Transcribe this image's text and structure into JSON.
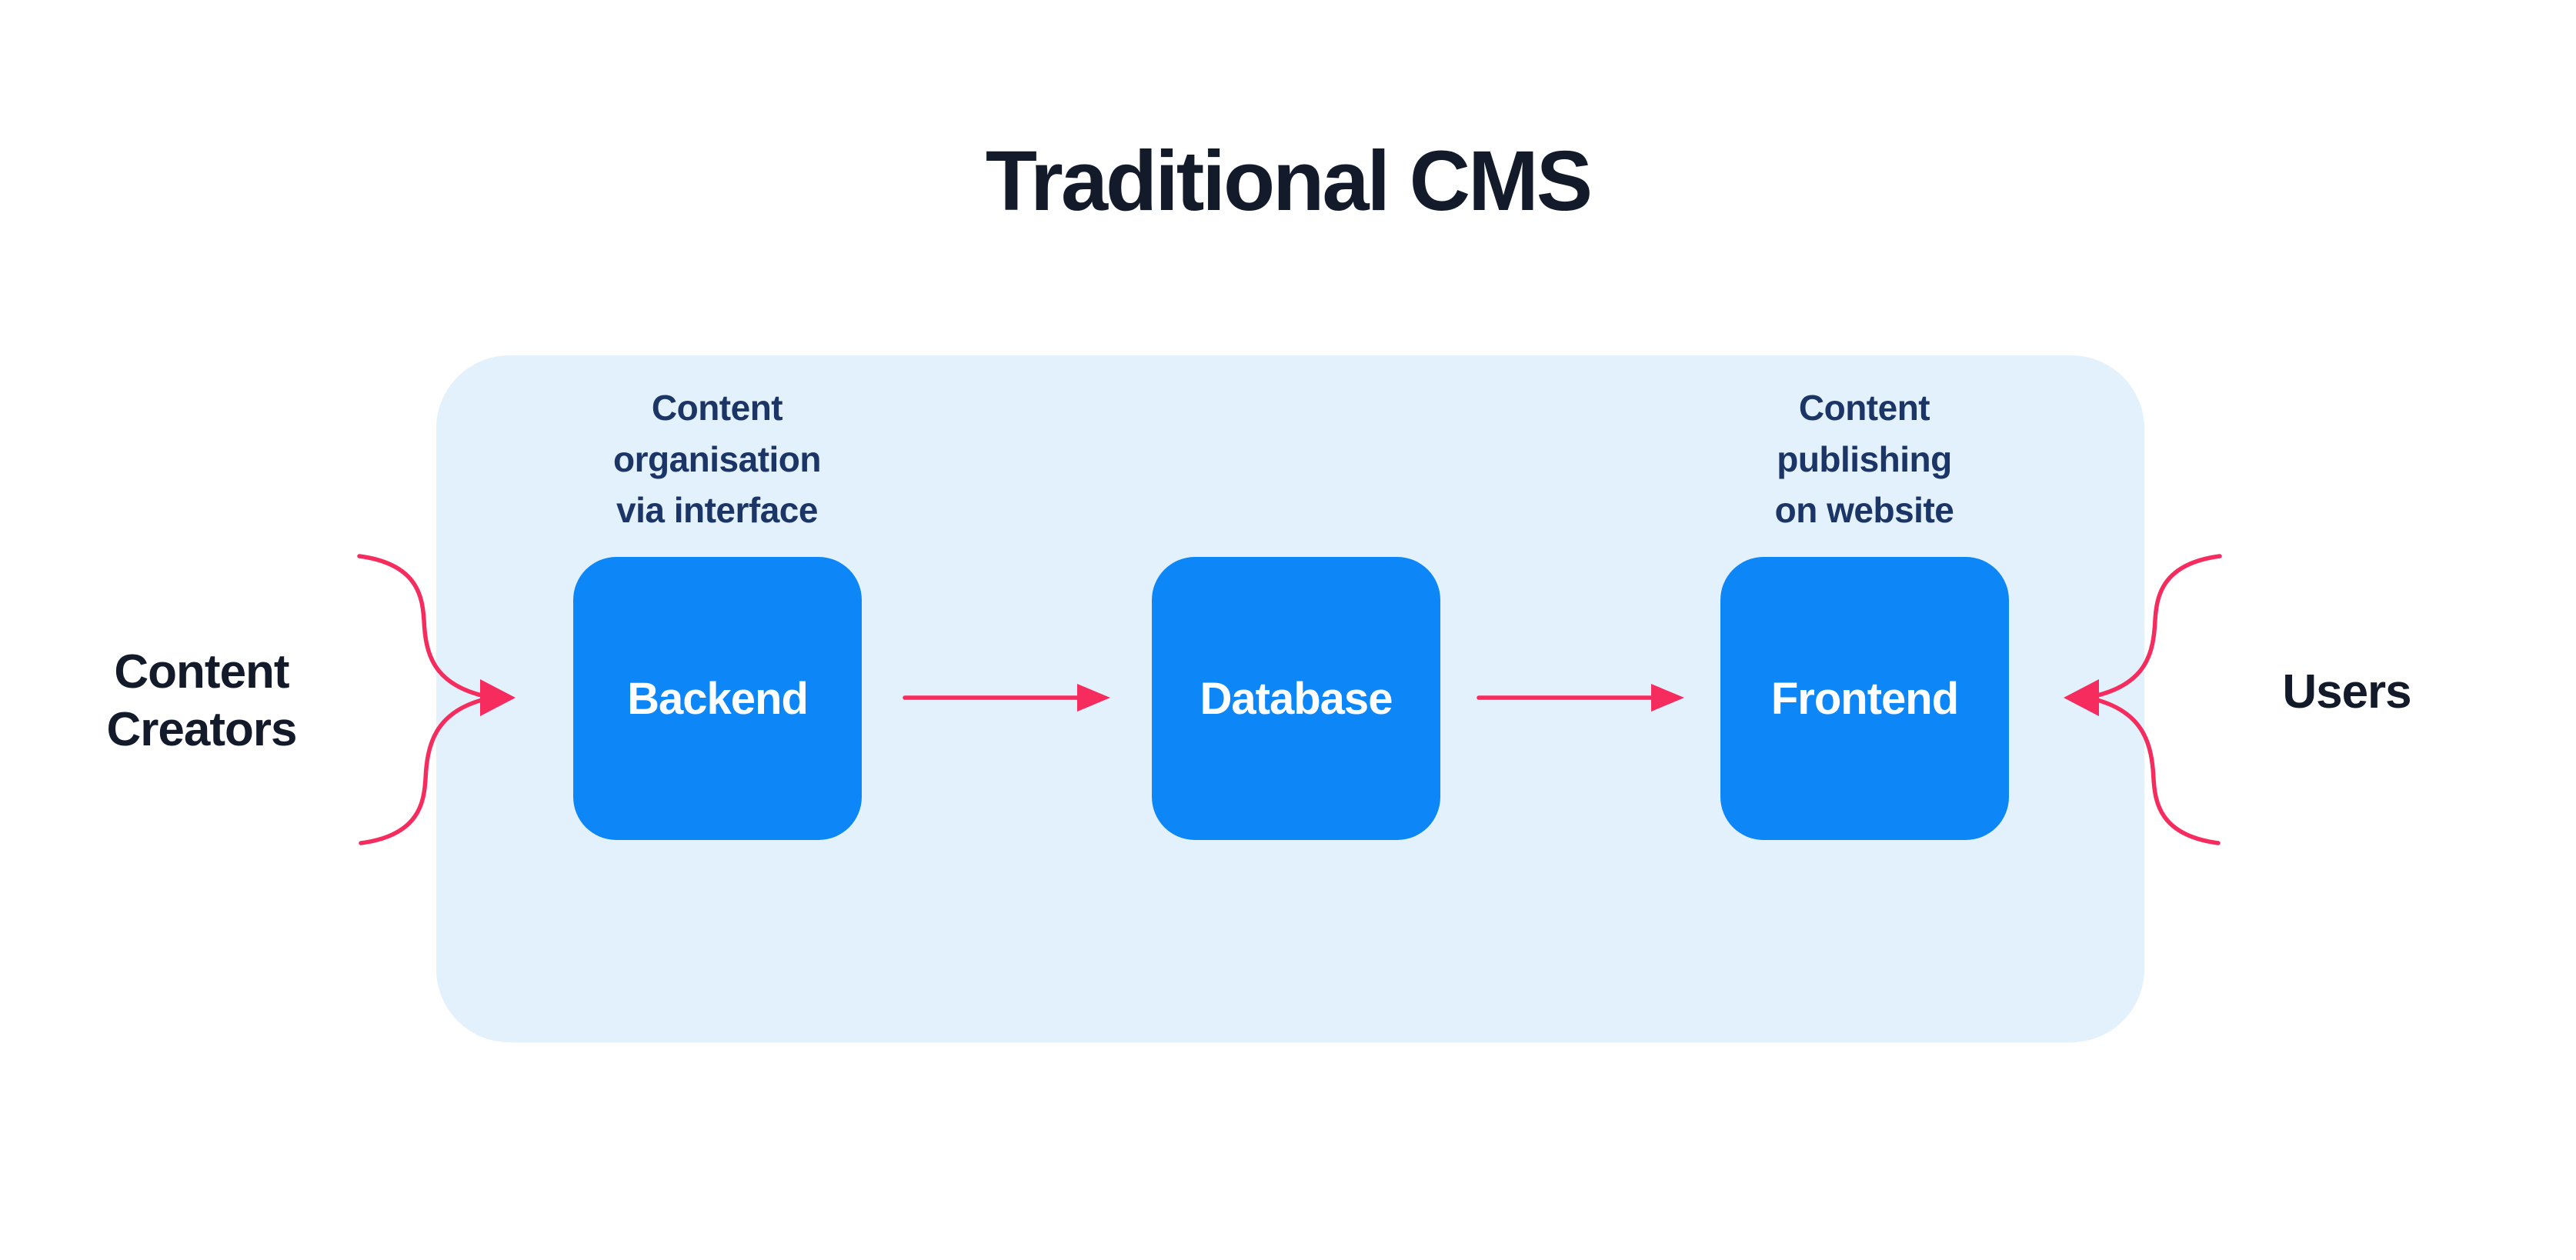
{
  "title": "Traditional CMS",
  "colors": {
    "background": "#ffffff",
    "panel": "#e3f1fc",
    "box_blue": "#0d86f8",
    "arrow_pink": "#f62b5e",
    "title_navy": "#131b2b",
    "annotation_navy": "#1b3567",
    "box_text": "#ffffff"
  },
  "left_actor": {
    "lines": [
      "Content",
      "Creators"
    ]
  },
  "right_actor": {
    "label": "Users"
  },
  "panel": {
    "backend_annotation": {
      "lines": [
        "Content",
        "organisation",
        "via interface"
      ]
    },
    "frontend_annotation": {
      "lines": [
        "Content",
        "publishing",
        "on website"
      ]
    },
    "boxes": [
      {
        "label": "Backend"
      },
      {
        "label": "Database"
      },
      {
        "label": "Frontend"
      }
    ]
  },
  "arrows": [
    {
      "name": "content-creators-to-backend",
      "direction": "right"
    },
    {
      "name": "backend-to-database",
      "direction": "right"
    },
    {
      "name": "database-to-frontend",
      "direction": "right"
    },
    {
      "name": "users-to-frontend",
      "direction": "left"
    }
  ]
}
